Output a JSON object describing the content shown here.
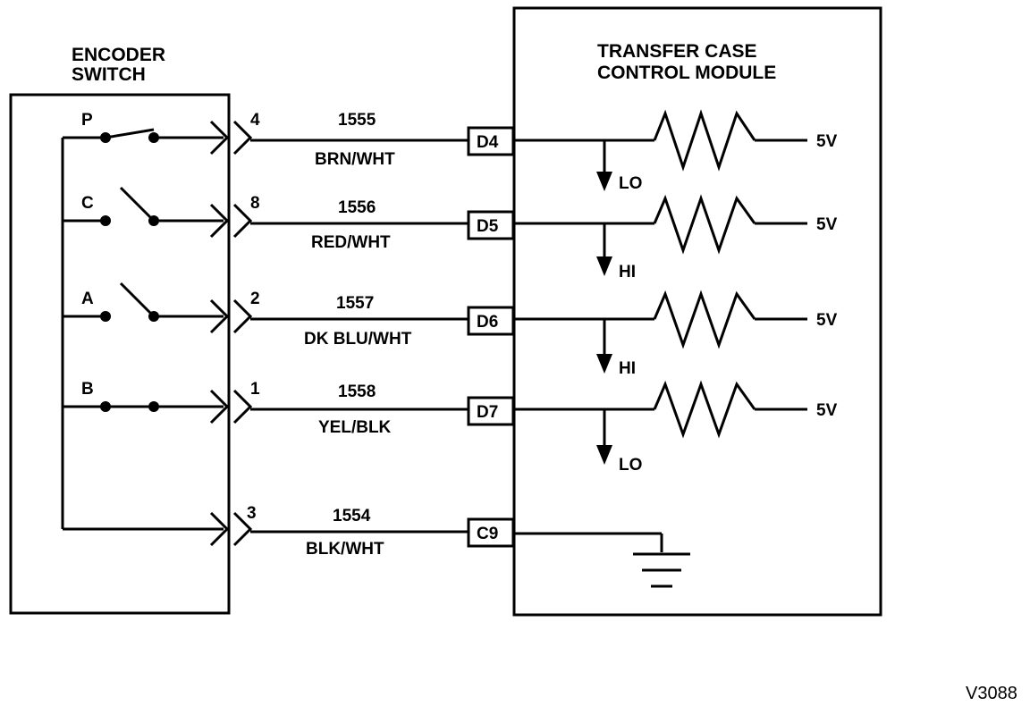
{
  "encoder_switch": {
    "title_line1": "ENCODER",
    "title_line2": "SWITCH",
    "positions": [
      "P",
      "C",
      "A",
      "B"
    ]
  },
  "module": {
    "title_line1": "TRANSFER CASE",
    "title_line2": "CONTROL MODULE"
  },
  "circuits": [
    {
      "pin": "4",
      "circuit": "1555",
      "color": "BRN/WHT",
      "terminal": "D4",
      "state": "LO",
      "supply": "5V"
    },
    {
      "pin": "8",
      "circuit": "1556",
      "color": "RED/WHT",
      "terminal": "D5",
      "state": "HI",
      "supply": "5V"
    },
    {
      "pin": "2",
      "circuit": "1557",
      "color": "DK BLU/WHT",
      "terminal": "D6",
      "state": "HI",
      "supply": "5V"
    },
    {
      "pin": "1",
      "circuit": "1558",
      "color": "YEL/BLK",
      "terminal": "D7",
      "state": "LO",
      "supply": "5V"
    },
    {
      "pin": "3",
      "circuit": "1554",
      "color": "BLK/WHT",
      "terminal": "C9"
    }
  ],
  "figure_ref": "V3088"
}
